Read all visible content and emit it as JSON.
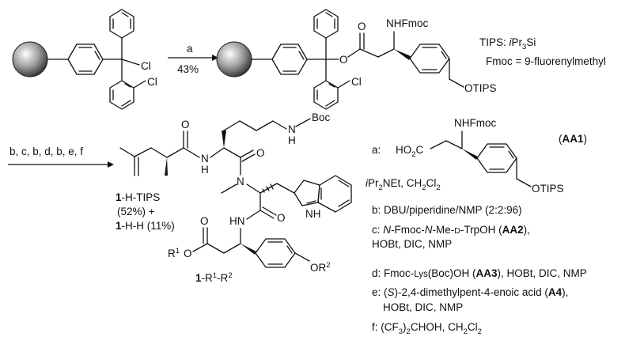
{
  "top": {
    "arrow": {
      "label": "a",
      "yield": "43%"
    },
    "sm_cl_atom": "Cl",
    "sm_ring_cl": "Cl",
    "prod_o_ester": "O",
    "prod_o_carbonyl": "O",
    "prod_nhfmoc": "NHFmoc",
    "prod_ring_cl": "Cl",
    "prod_otips": "OTIPS",
    "tips_def_head": "TIPS: ",
    "tips_def_ipr": "i",
    "tips_def_pr": "Pr",
    "tips_def_sub3": "3",
    "tips_def_si": "Si",
    "fmoc_def": "Fmoc = 9-fluorenylmethyl"
  },
  "bottom": {
    "arrow_steps": "b, c, b, d, b, e, f",
    "product": {
      "label1_num": "1",
      "label1_rest": "-H-TIPS",
      "label1_yield": "(52%) +",
      "label2_num": "1",
      "label2_rest": "-H-H (11%)",
      "label3_num": "1",
      "label3_dash1": "-R",
      "label3_sup1": "1",
      "label3_dash2": "-R",
      "label3_sup2": "2",
      "atom_o1": "O",
      "atom_o2": "O",
      "atom_o3": "O",
      "atom_nh_boc": "N",
      "atom_h_boc": "H",
      "boc": "Boc",
      "atom_n_amide1": "N",
      "atom_h_amide1": "H",
      "atom_n_me": "N",
      "atom_hn": "HN",
      "atom_nh_indole": "NH",
      "atom_r1": "R",
      "atom_r1_sup": "1",
      "atom_o_ester": "O",
      "atom_o_r2": "OR",
      "atom_o_r2_sup": "2"
    }
  },
  "conditions": {
    "a_label": "a:",
    "a_ho2c_ho": "HO",
    "a_ho2c_sub": "2",
    "a_ho2c_c": "C",
    "a_nhfmoc": "NHFmoc",
    "a_otips": "OTIPS",
    "a_aa1_open": "(",
    "a_aa1": "AA1",
    "a_aa1_close": ")",
    "a_base_i": "i",
    "a_base_rest": "Pr",
    "a_base_sub2": "2",
    "a_base_net": "NEt, CH",
    "a_base_sub2b": "2",
    "a_base_cl": "Cl",
    "a_base_sub2c": "2",
    "b": "b: DBU/piperidine/NMP (2:2:96)",
    "c_line1_pre": "c: ",
    "c_line1_n1": "N",
    "c_line1_mid1": "-Fmoc-",
    "c_line1_n2": "N",
    "c_line1_mid2": "-Me-",
    "c_line1_d": "D",
    "c_line1_mid3": "-TrpOH (",
    "c_line1_aa2": "AA2",
    "c_line1_end": "),",
    "c_line2": "HOBt, DIC, NMP",
    "d_pre": "d: Fmoc-",
    "d_lys": "Lys",
    "d_mid": "(Boc)OH (",
    "d_aa3": "AA3",
    "d_end": "), HOBt, DIC, NMP",
    "e_line1_pre": "e: (",
    "e_line1_s": "S",
    "e_line1_mid": ")-2,4-dimethylpent-4-enoic acid (",
    "e_line1_a4": "A4",
    "e_line1_end": "),",
    "e_line2": "HOBt, DIC, NMP",
    "f_pre": "f: (CF",
    "f_sub3": "3",
    "f_mid": ")",
    "f_sub2": "2",
    "f_rest": "CHOH, CH",
    "f_sub2b": "2",
    "f_cl": "Cl",
    "f_sub2c": "2"
  }
}
